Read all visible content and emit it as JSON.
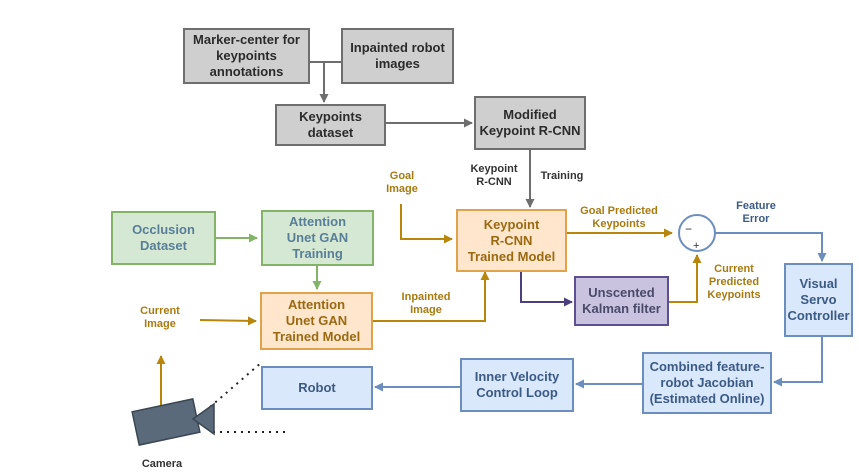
{
  "nodes": {
    "marker_center": "Marker-center for\nkeypoints\nannotations",
    "inpainted_robot_images": "Inpainted robot\nimages",
    "keypoints_dataset": "Keypoints\ndataset",
    "modified_krcnn": "Modified\nKeypoint R-CNN",
    "occlusion_dataset": "Occlusion\nDataset",
    "attention_gan_training": "Attention\nUnet GAN\nTraining",
    "krcnn_trained": "Keypoint\nR-CNN\nTrained Model",
    "attention_gan_trained": "Attention\nUnet GAN\nTrained Model",
    "ukf": "Unscented\nKalman filter",
    "visual_servo": "Visual\nServo\nController",
    "robot": "Robot",
    "inner_velocity": "Inner Velocity\nControl Loop",
    "jacobian": "Combined feature-\nrobot Jacobian\n(Estimated Online)"
  },
  "labels": {
    "keypoint_rcnn": "Keypoint\nR-CNN",
    "training": "Training",
    "goal_image": "Goal\nImage",
    "goal_predicted": "Goal Predicted\nKeypoints",
    "feature_error": "Feature\nError",
    "current_predicted": "Current\nPredicted\nKeypoints",
    "inpainted_image": "Inpainted\nImage",
    "current_image": "Current\nImage",
    "camera": "Camera",
    "minus": "−",
    "plus": "+"
  },
  "colors": {
    "gray_edge": "#6e6e6e",
    "green_edge": "#82b366",
    "orange_edge": "#d9a03a",
    "purple_edge": "#4b3f7e",
    "blue_edge": "#6c8ebf",
    "camera_body": "#5a6a7b"
  }
}
